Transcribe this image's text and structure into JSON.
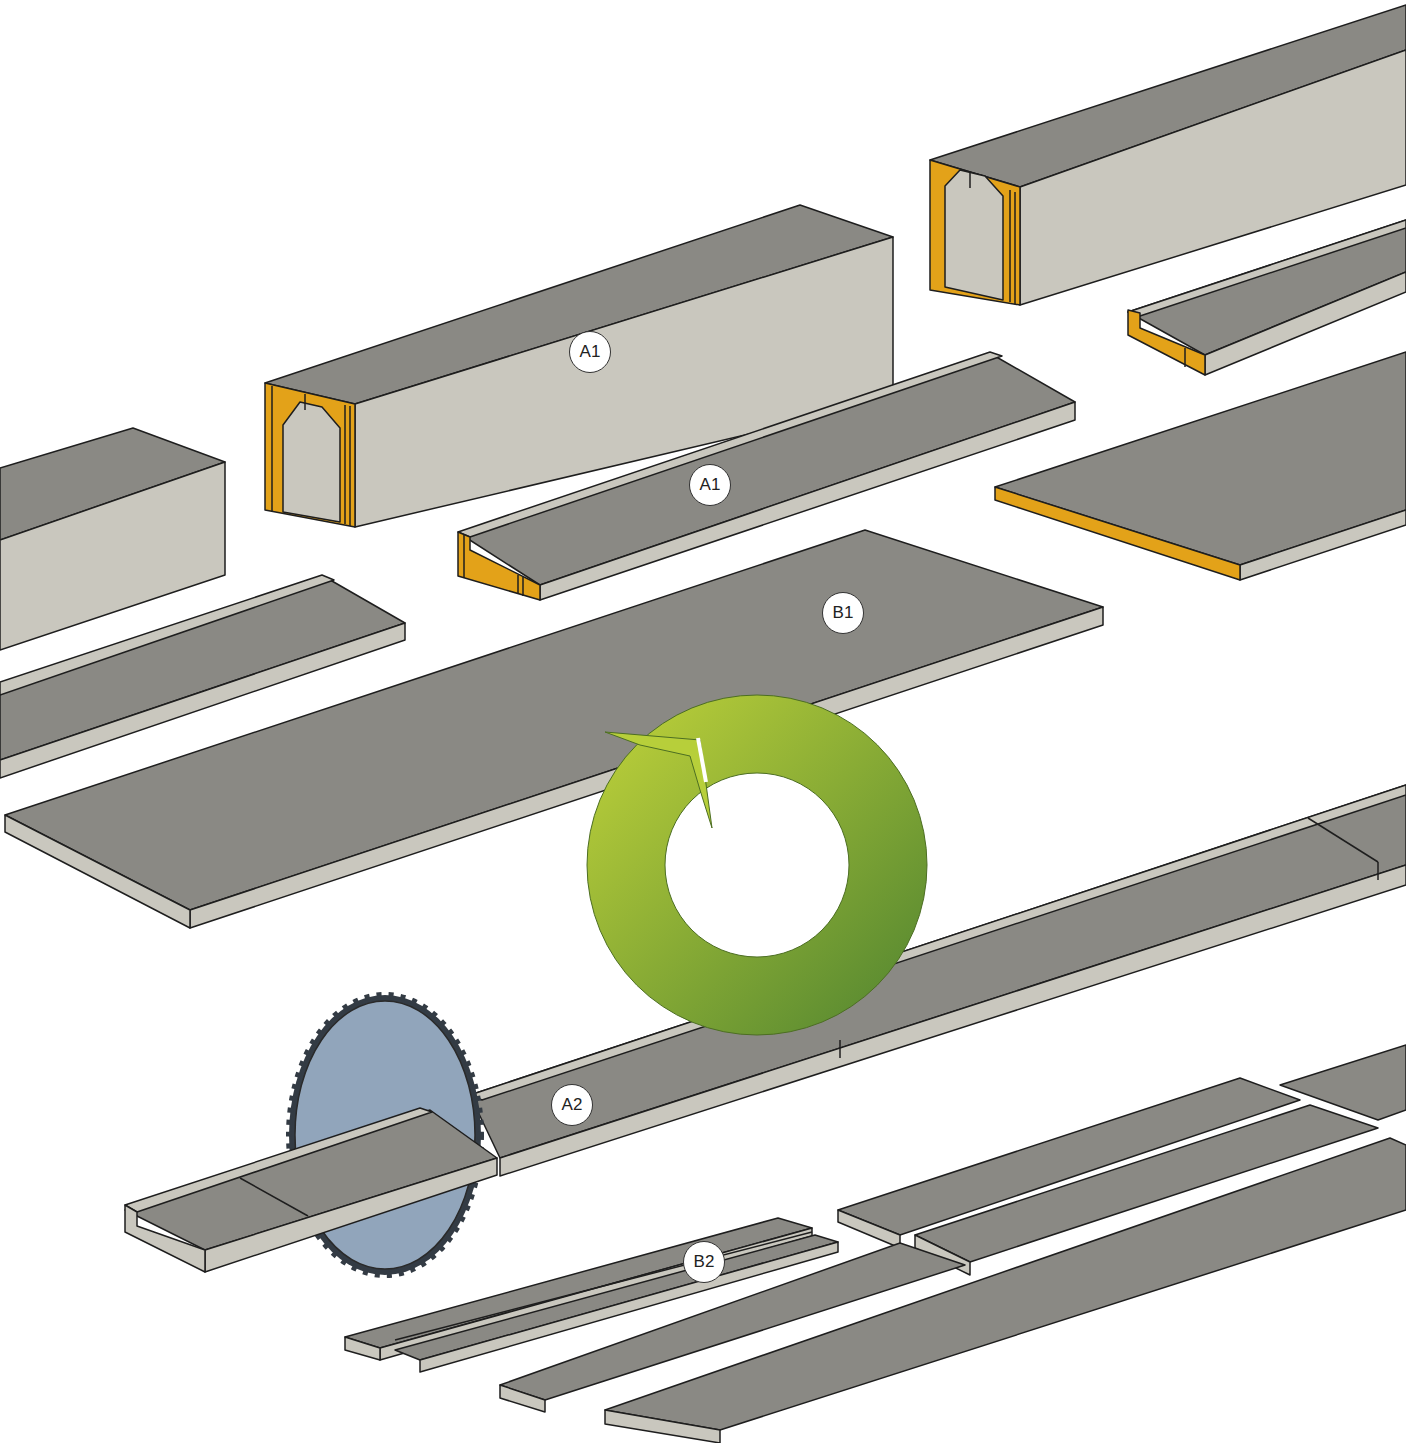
{
  "diagram": {
    "nodes": [
      {
        "text": [
          "A1"
        ]
      },
      {
        "text": [
          "A1"
        ]
      },
      {
        "text": [
          "B1"
        ]
      },
      {
        "text": [
          "A2"
        ]
      },
      {
        "text": [
          "B2"
        ]
      }
    ]
  }
}
